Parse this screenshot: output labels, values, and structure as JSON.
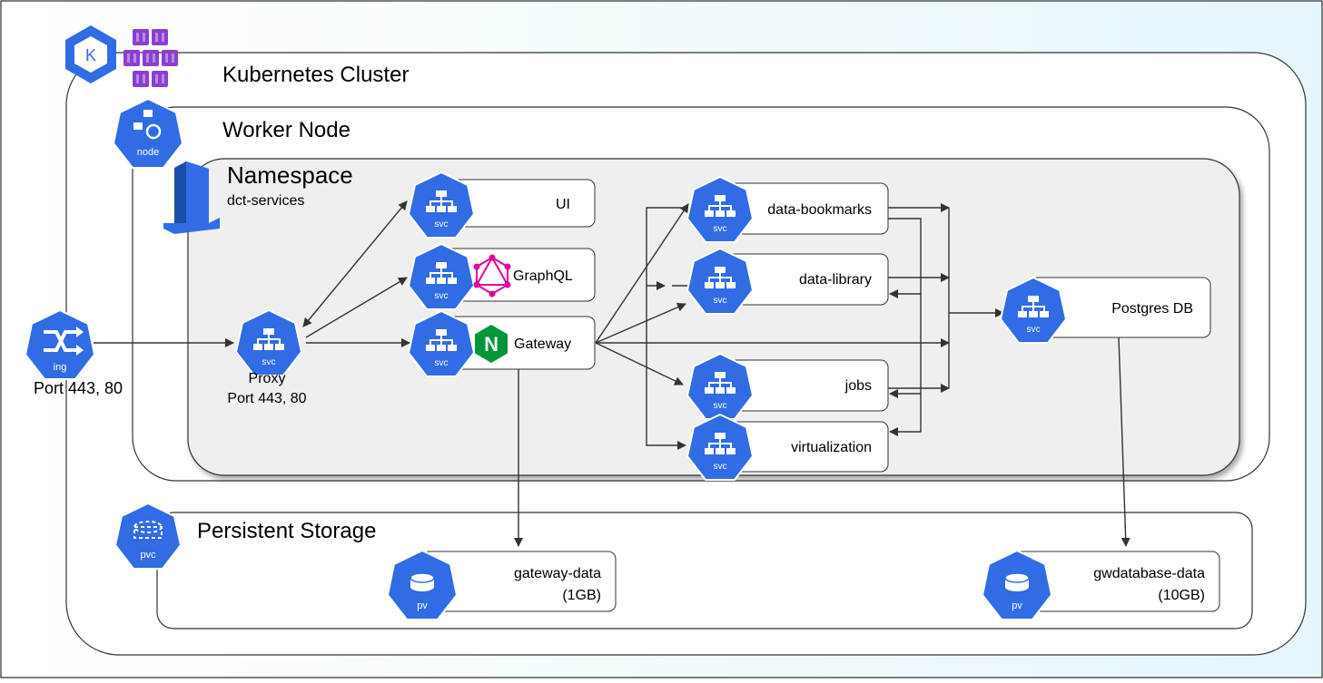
{
  "colors": {
    "k8s_blue": "#326ce5",
    "background_left": "#ffffff",
    "background_right": "#e5f6fb",
    "namespace_fill": "#efefef",
    "line": "#333333",
    "graphql_pink": "#e10098",
    "nginx_green": "#009639",
    "aks_purple": "#8a3fd1"
  },
  "cluster": {
    "title": "Kubernetes Cluster"
  },
  "worker_node": {
    "title": "Worker Node",
    "icon_label": "node"
  },
  "namespace": {
    "title": "Namespace",
    "name": "dct-services"
  },
  "ingress": {
    "icon_label": "ing",
    "port": "Port 443, 80"
  },
  "proxy": {
    "icon_label": "svc",
    "name": "Proxy",
    "port": "Port 443, 80"
  },
  "services": {
    "ui": {
      "icon_label": "svc",
      "name": "UI"
    },
    "graphql": {
      "icon_label": "svc",
      "name": "GraphQL"
    },
    "gateway": {
      "icon_label": "svc",
      "name": "Gateway",
      "nginx_letter": "N"
    },
    "data_bookmarks": {
      "icon_label": "svc",
      "name": "data-bookmarks"
    },
    "data_library": {
      "icon_label": "svc",
      "name": "data-library"
    },
    "jobs": {
      "icon_label": "svc",
      "name": "jobs"
    },
    "virtualization": {
      "icon_label": "svc",
      "name": "virtualization"
    },
    "postgres": {
      "icon_label": "svc",
      "name": "Postgres DB"
    }
  },
  "storage": {
    "title": "Persistent Storage",
    "icon_label": "pvc",
    "gateway_volume": {
      "icon_label": "pv",
      "name": "gateway-data",
      "size": "(1GB)"
    },
    "db_volume": {
      "icon_label": "pv",
      "name": "gwdatabase-data",
      "size": "(10GB)"
    }
  },
  "aks_logo": {
    "letter": "K"
  }
}
